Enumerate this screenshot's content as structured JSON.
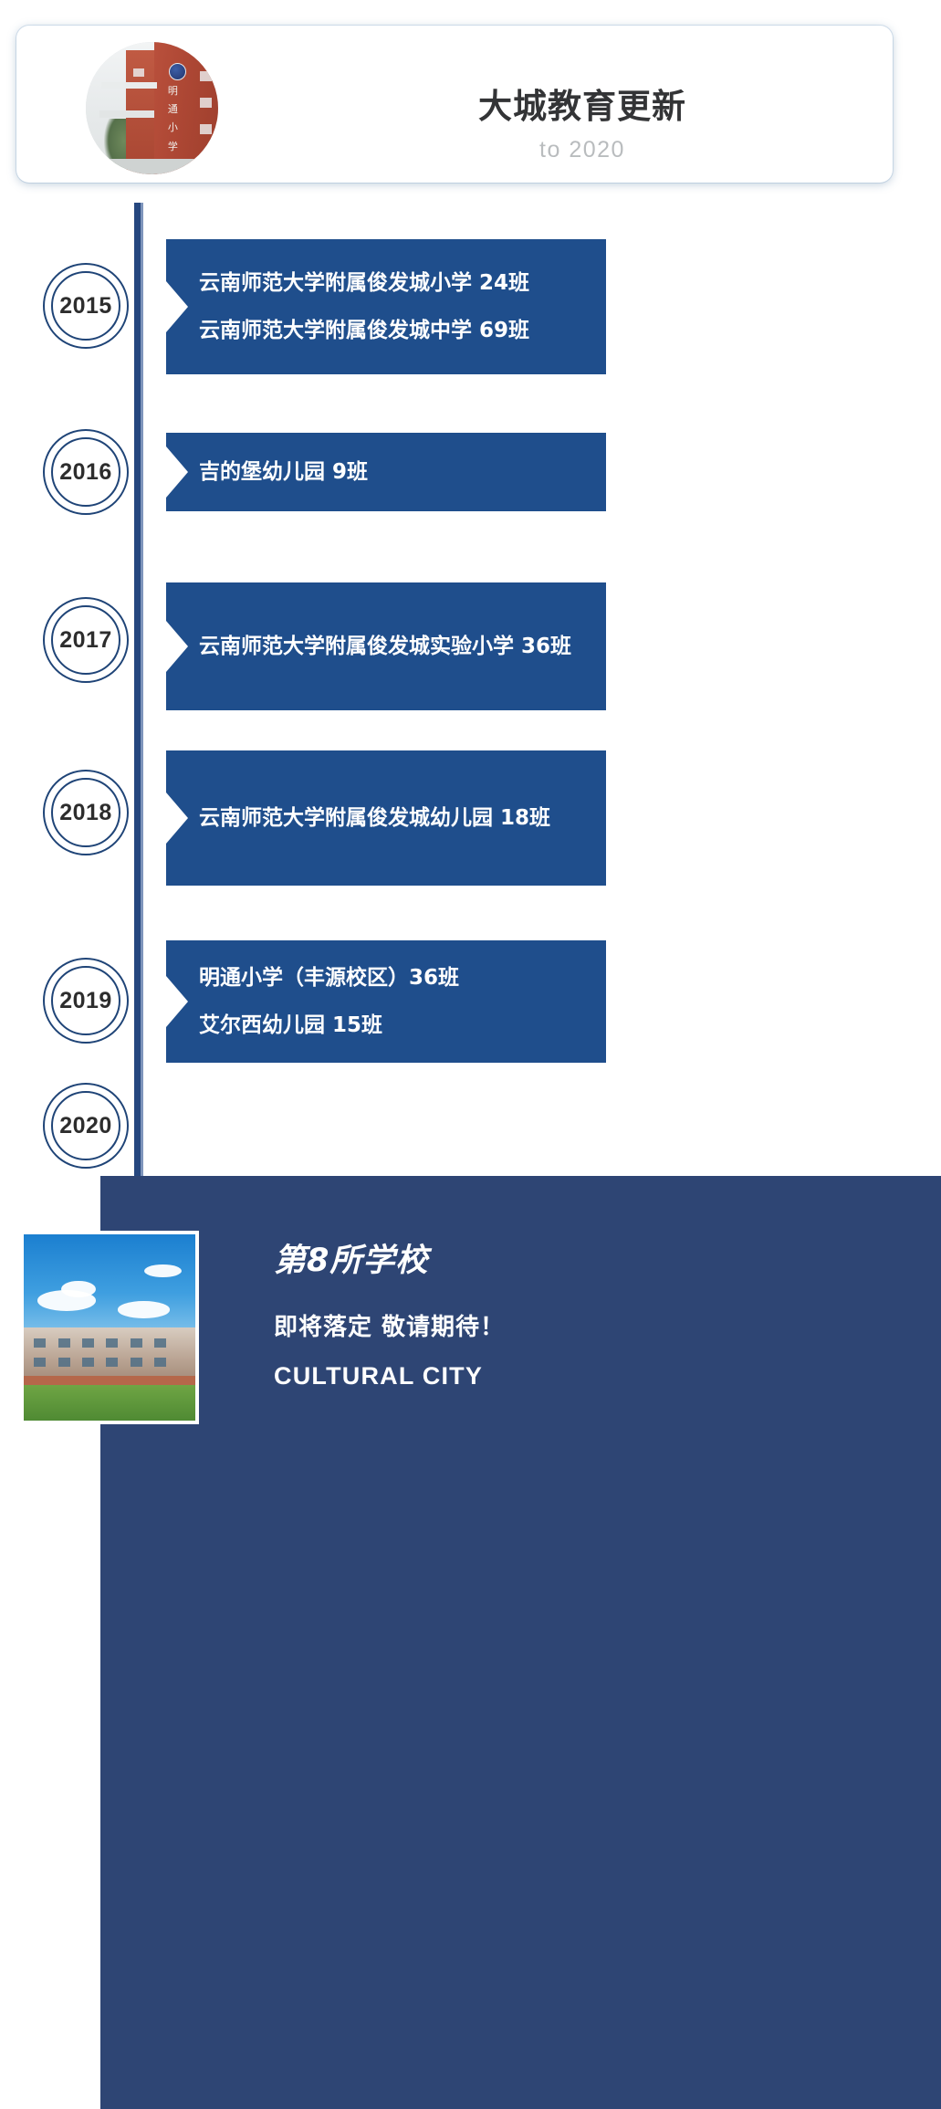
{
  "header": {
    "title": "大城教育更新",
    "subtitle": "to 2020",
    "photo_alt": "明通小学"
  },
  "timeline": {
    "line_color": "#26477f",
    "banner_color": "#1f4e8c",
    "circle_color": "#1f4477",
    "entries": [
      {
        "year": "2015",
        "lines": [
          "云南师范大学附属俊发城小学 24班",
          "云南师范大学附属俊发城中学 69班"
        ]
      },
      {
        "year": "2016",
        "lines": [
          "吉的堡幼儿园 9班"
        ]
      },
      {
        "year": "2017",
        "lines": [
          "云南师范大学附属俊发城实验小学 36班"
        ]
      },
      {
        "year": "2018",
        "lines": [
          "云南师范大学附属俊发城幼儿园 18班"
        ]
      },
      {
        "year": "2019",
        "lines": [
          "明通小学（丰源校区）36班",
          "艾尔西幼儿园 15班"
        ]
      },
      {
        "year": "2020",
        "lines": []
      }
    ]
  },
  "footer": {
    "panel_color": "#2e4574",
    "headline": "第8所学校",
    "subhead": "即将落定 敬请期待！",
    "tagline": "CULTURAL CITY"
  }
}
